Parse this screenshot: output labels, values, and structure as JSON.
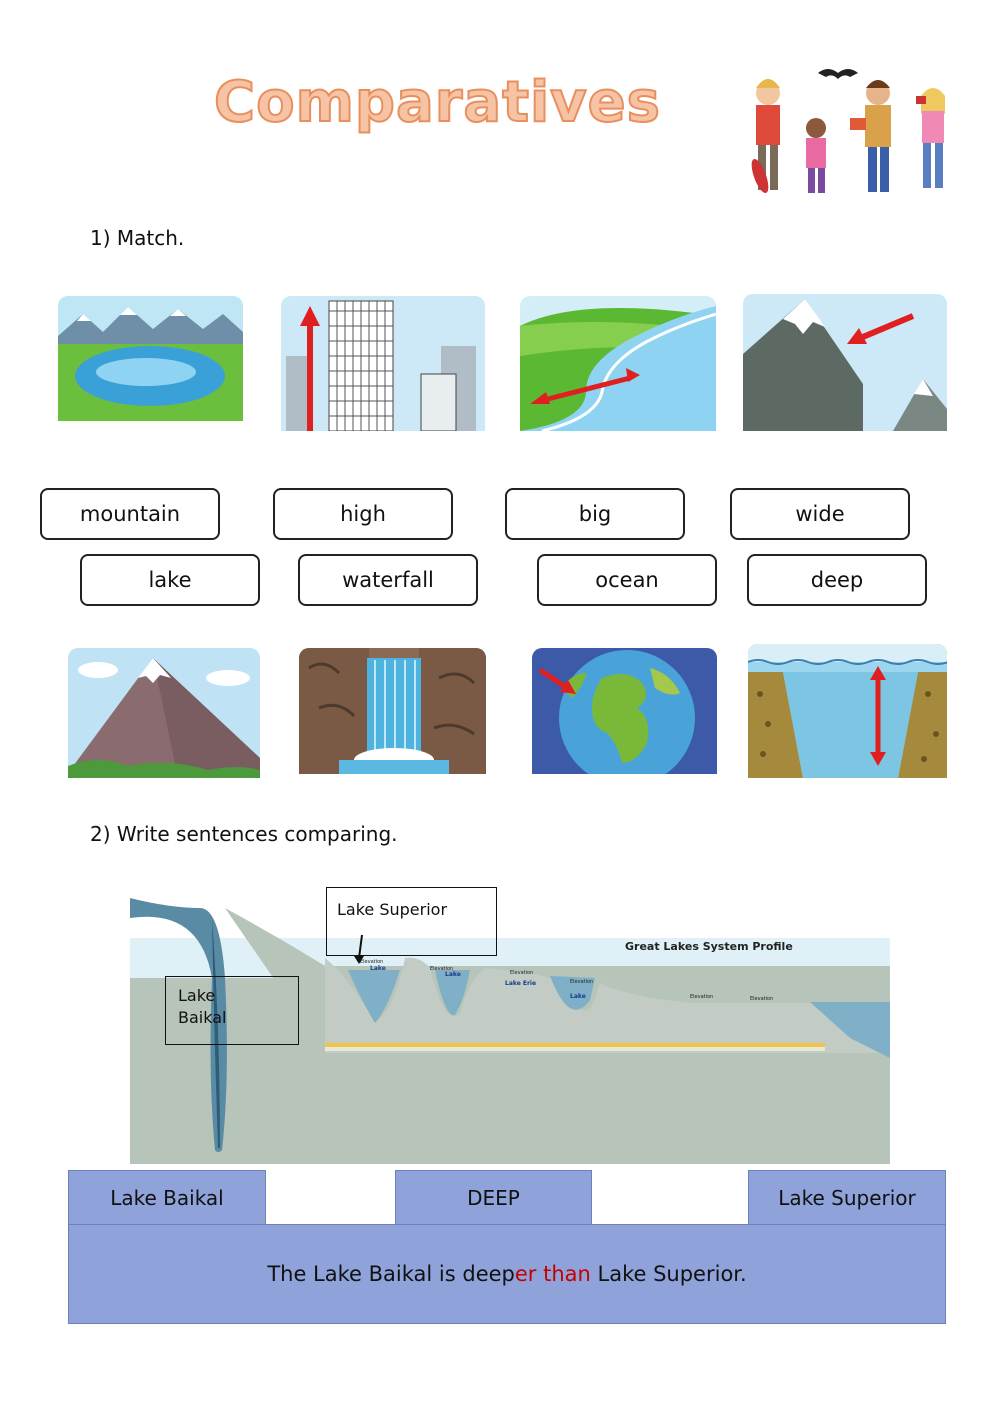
{
  "title": "Comparatives",
  "section1": {
    "heading": "1)  Match."
  },
  "section2": {
    "heading": "2) Write sentences comparing."
  },
  "words": {
    "row1": [
      "mountain",
      "high",
      "big",
      "wide"
    ],
    "row2": [
      "lake",
      "waterfall",
      "ocean",
      "deep"
    ]
  },
  "diagram": {
    "title": "Great Lakes System Profile",
    "label_superior": "Lake Superior",
    "label_baikal_line1": "Lake",
    "label_baikal_line2": "Baikal"
  },
  "example": {
    "subject": "Lake Baikal",
    "adjective": "DEEP",
    "object": "Lake Superior",
    "sentence_part1": "The Lake Baikal is deep",
    "sentence_highlight": "er than",
    "sentence_part2": " Lake Superior.",
    "highlight_color": "#c40000"
  }
}
